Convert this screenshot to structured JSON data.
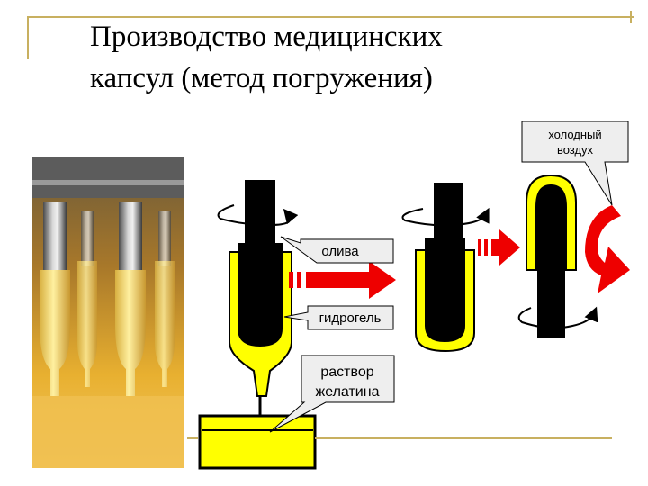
{
  "slide": {
    "title_line1": "Производство медицинских",
    "title_line2": "капсул (метод погружения)"
  },
  "labels": {
    "cold_air_line1": "холодный",
    "cold_air_line2": "воздух",
    "pin": "олива",
    "hydrogel": "гидрогель",
    "solution_line1": "раствор",
    "solution_line2": "желатина"
  },
  "colors": {
    "gelatin": "#ffff00",
    "pin": "#000000",
    "arrow": "#ee0000",
    "frame": "#c8b060",
    "callout_fill": "#eeeeee"
  },
  "icons": [
    "rotation-arrow-icon",
    "red-arrow-icon",
    "curved-air-arrow-icon"
  ]
}
